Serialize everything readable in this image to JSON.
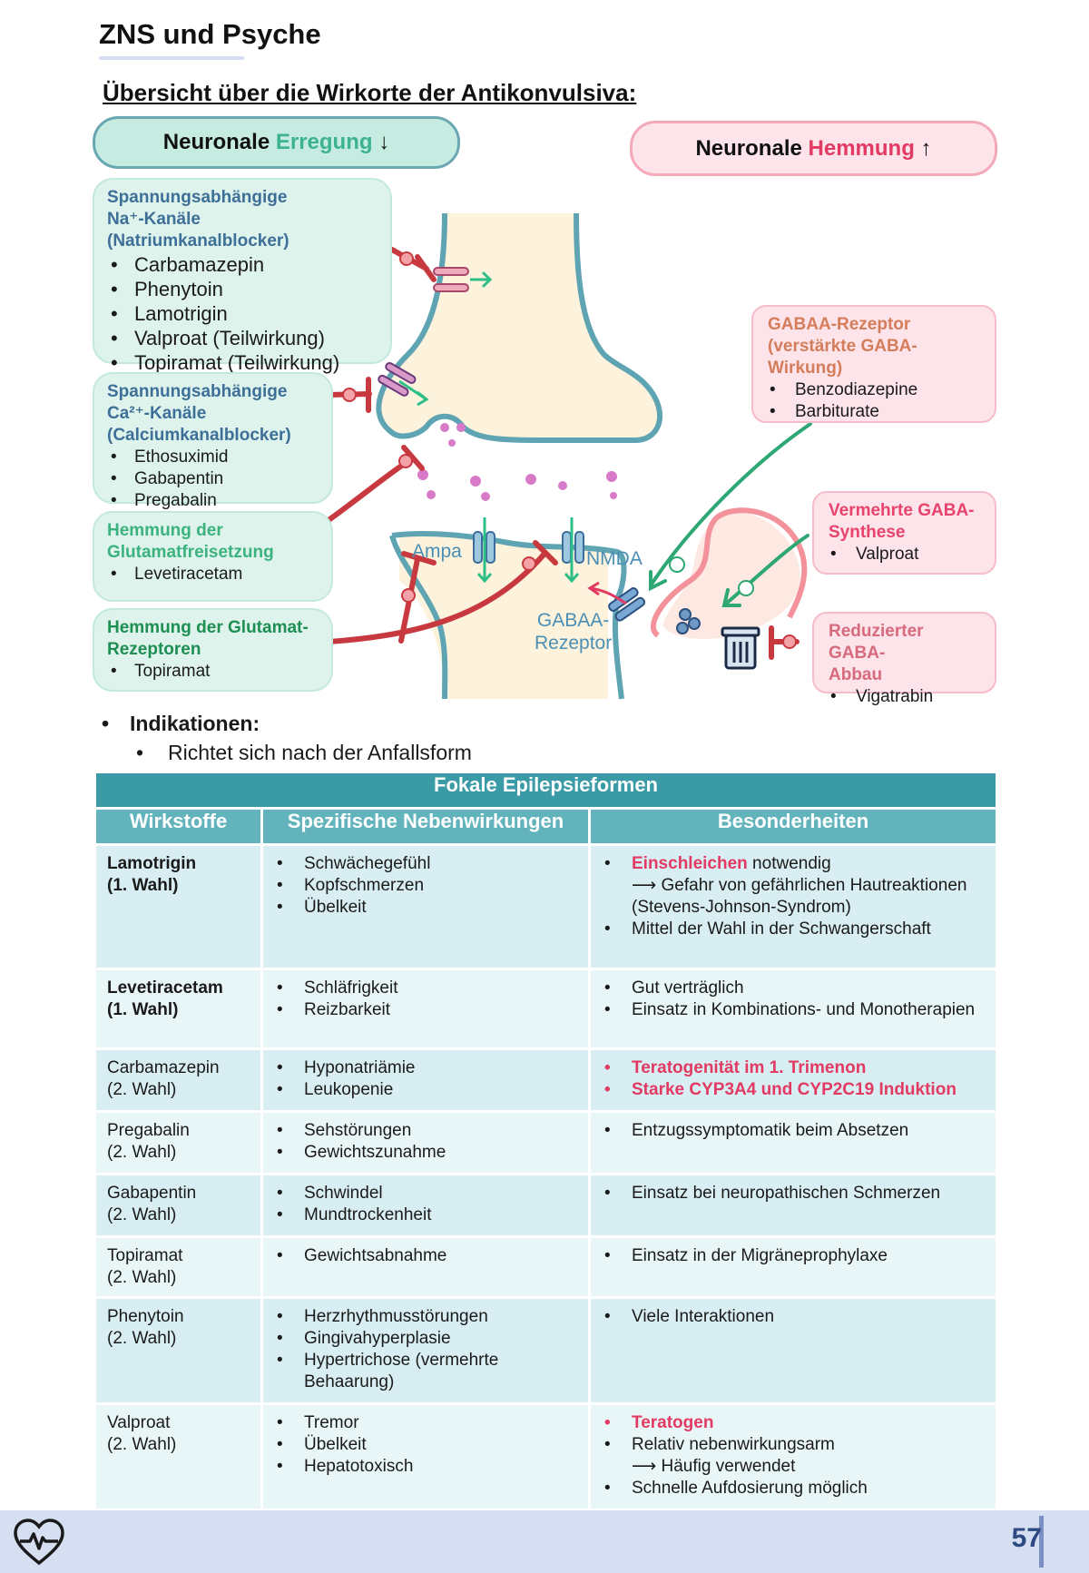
{
  "page": {
    "title": "ZNS und Psyche",
    "section_title": "Übersicht über die Wirkorte der Antikonvulsiva:",
    "page_number": "57"
  },
  "diagram": {
    "left_header": {
      "text": "Neuronale",
      "emphasis": "Erregung",
      "arrow": "↓"
    },
    "right_header": {
      "text": "Neuronale",
      "emphasis": "Hemmung",
      "arrow": "↑"
    },
    "boxes_left": [
      {
        "title_lines": [
          "Spannungsabhängige",
          "Na⁺-Kanäle",
          "(Natriumkanalblocker)"
        ],
        "items": [
          "Carbamazepin",
          "Phenytoin",
          "Lamotrigin",
          "Valproat (Teilwirkung)",
          "Topiramat (Teilwirkung)"
        ]
      },
      {
        "title_lines": [
          "Spannungsabhängige",
          "Ca²⁺-Kanäle",
          "(Calciumkanalblocker)"
        ],
        "items": [
          "Ethosuximid",
          "Gabapentin",
          "Pregabalin"
        ]
      },
      {
        "title_lines": [
          "Hemmung der",
          "Glutamatfreisetzung"
        ],
        "items": [
          "Levetiracetam"
        ]
      },
      {
        "title_lines": [
          "Hemmung der Glutamat-",
          "Rezeptoren"
        ],
        "items": [
          "Topiramat"
        ]
      }
    ],
    "boxes_right": [
      {
        "title_lines": [
          "GABAA-Rezeptor",
          "(verstärkte GABA-",
          "Wirkung)"
        ],
        "items": [
          "Benzodiazepine",
          "Barbiturate"
        ]
      },
      {
        "title_lines": [
          "Vermehrte GABA-",
          "Synthese"
        ],
        "items": [
          "Valproat"
        ]
      },
      {
        "title_lines": [
          "Reduzierter GABA-",
          "Abbau"
        ],
        "items": [
          "Vigatrabin"
        ]
      }
    ],
    "labels": {
      "ampa": "Ampa",
      "nmda": "NMDA",
      "gaba_line1": "GABAA-",
      "gaba_line2": "Rezeptor"
    }
  },
  "indications": {
    "heading": "Indikationen:",
    "item": "Richtet sich nach der Anfallsform"
  },
  "table": {
    "caption": "Fokale Epilepsieformen",
    "columns": [
      "Wirkstoffe",
      "Spezifische Nebenwirkungen",
      "Besonderheiten"
    ],
    "rows": [
      {
        "name": "Lamotrigin",
        "rank": "(1. Wahl)",
        "side_effects": [
          "Schwächegefühl",
          "Kopfschmerzen",
          "Übelkeit"
        ],
        "notes": {
          "first_hl": "Einschleichen",
          "first_rest": " notwendig",
          "first_sub": "⟶  Gefahr von gefährlichen Hautreaktionen (Stevens-Johnson-Syndrom)",
          "second": "Mittel der Wahl in der Schwangerschaft"
        }
      },
      {
        "name": "Levetiracetam",
        "rank": "(1. Wahl)",
        "side_effects": [
          "Schläfrigkeit",
          "Reizbarkeit"
        ],
        "notes": [
          "Gut verträglich",
          "Einsatz in Kombinations- und Monotherapien"
        ]
      },
      {
        "name": "Carbamazepin",
        "rank": "(2. Wahl)",
        "side_effects": [
          "Hyponatriämie",
          "Leukopenie"
        ],
        "notes": [
          "Teratogenität im 1. Trimenon",
          "Starke CYP3A4 und CYP2C19 Induktion"
        ]
      },
      {
        "name": "Pregabalin",
        "rank": "(2. Wahl)",
        "side_effects": [
          "Sehstörungen",
          "Gewichtszunahme"
        ],
        "notes": [
          "Entzugssymptomatik beim Absetzen"
        ]
      },
      {
        "name": "Gabapentin",
        "rank": "(2. Wahl)",
        "side_effects": [
          "Schwindel",
          "Mundtrockenheit"
        ],
        "notes": [
          "Einsatz bei neuropathischen Schmerzen"
        ]
      },
      {
        "name": "Topiramat",
        "rank": "(2. Wahl)",
        "side_effects": [
          "Gewichtsabnahme"
        ],
        "notes": [
          "Einsatz in der Migräneprophylaxe"
        ]
      },
      {
        "name": "Phenytoin",
        "rank": "(2. Wahl)",
        "side_effects": [
          "Herzrhythmusstörungen",
          "Gingivahyperplasie",
          "Hypertrichose (vermehrte Behaarung)"
        ],
        "notes": [
          "Viele Interaktionen"
        ]
      },
      {
        "name": "Valproat",
        "rank": "(2. Wahl)",
        "side_effects": [
          "Tremor",
          "Übelkeit",
          "Hepatotoxisch"
        ],
        "notes": {
          "first_hl": "Teratogen",
          "second": "Relativ nebenwirkungsarm",
          "second_sub": "⟶ Häufig verwendet",
          "third": "Schnelle Aufdosierung möglich"
        }
      }
    ]
  },
  "colors": {
    "teal_header": "#3a9aa5",
    "teal_subheader": "#63b3bd",
    "highlight_red": "#e23a63",
    "green_accent": "#3cb38d",
    "footer_bg": "#d6def2"
  },
  "icons": [
    "heartbeat-icon",
    "trash-icon",
    "inhibition-marker-icon"
  ]
}
